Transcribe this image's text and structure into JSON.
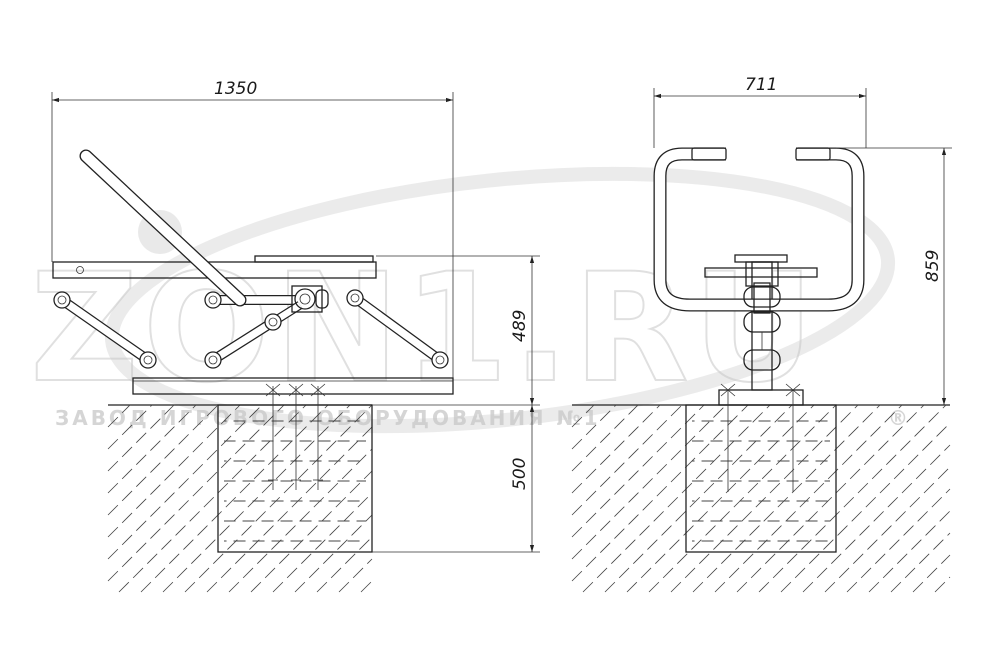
{
  "dimensions": {
    "side_width": "1350",
    "side_height": "489",
    "foundation_depth": "500",
    "front_width": "711",
    "front_height": "859"
  },
  "watermark": {
    "logo": "ZON1.RU",
    "caption": "ЗАВОД ИГРОВОГО ОБОРУДОВАНИЯ №1",
    "mark": "®"
  },
  "colors": {
    "line": "#222222",
    "watermark": "#c8c8c8",
    "background": "#ffffff"
  }
}
